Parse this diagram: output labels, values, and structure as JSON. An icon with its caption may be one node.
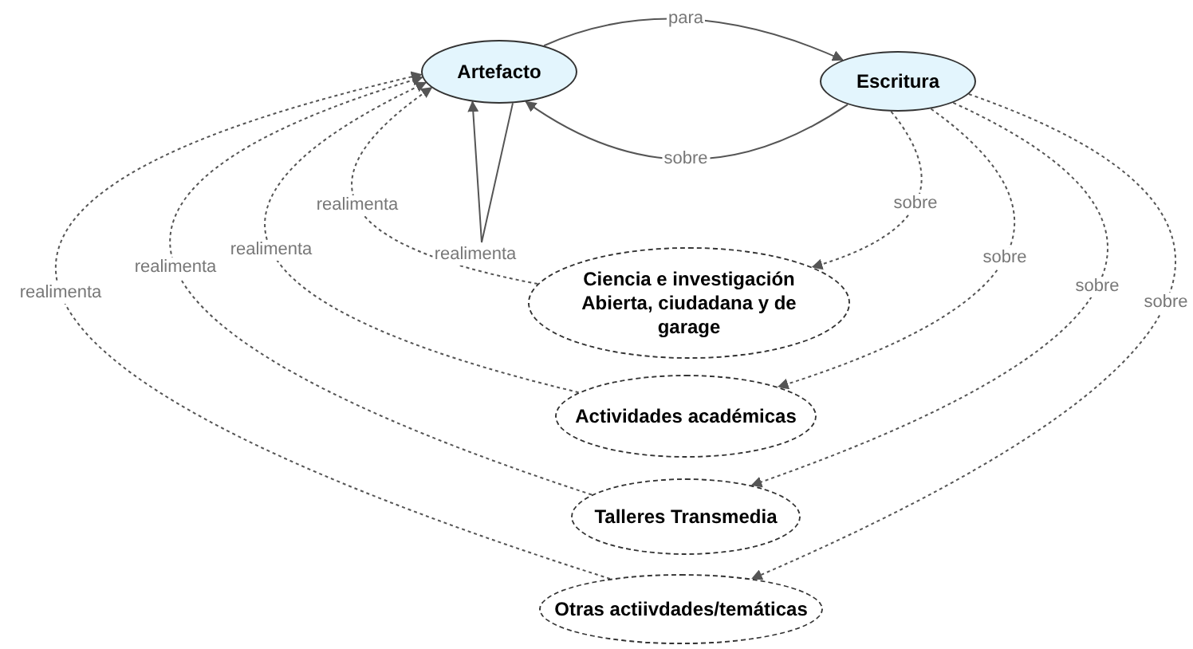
{
  "diagram": {
    "nodes": [
      {
        "text": [
          "Artefacto"
        ]
      },
      {
        "text": [
          "Escritura"
        ]
      },
      {
        "text": [
          "Ciencia e investigación Abierta, ciudadana y de garage"
        ]
      },
      {
        "text": [
          "Actividades académicas"
        ]
      },
      {
        "text": [
          "Talleres Transmedia"
        ]
      },
      {
        "text": [
          "Otras actiivdades/temáticas"
        ]
      }
    ],
    "edges": [
      {
        "from": 0,
        "to": 1,
        "arrow": "to",
        "label": "para"
      },
      {
        "from": 1,
        "to": 0,
        "arrow": "to",
        "label": "sobre"
      },
      {
        "from": 0,
        "to": 0,
        "arrow": "to",
        "label": "realimenta"
      },
      {
        "from": 1,
        "to": 2,
        "arrow": "to",
        "label": "sobre",
        "style": "dashed"
      },
      {
        "from": 1,
        "to": 3,
        "arrow": "to",
        "label": "sobre",
        "style": "dashed"
      },
      {
        "from": 1,
        "to": 4,
        "arrow": "to",
        "label": "sobre",
        "style": "dashed"
      },
      {
        "from": 1,
        "to": 5,
        "arrow": "to",
        "label": "sobre",
        "style": "dashed"
      },
      {
        "from": 2,
        "to": 0,
        "arrow": "to",
        "label": "realimenta",
        "style": "dashed"
      },
      {
        "from": 3,
        "to": 0,
        "arrow": "to",
        "label": "realimenta",
        "style": "dashed"
      },
      {
        "from": 4,
        "to": 0,
        "arrow": "to",
        "label": "realimenta",
        "style": "dashed"
      },
      {
        "from": 5,
        "to": 0,
        "arrow": "to",
        "label": "realimenta",
        "style": "dashed"
      }
    ]
  }
}
